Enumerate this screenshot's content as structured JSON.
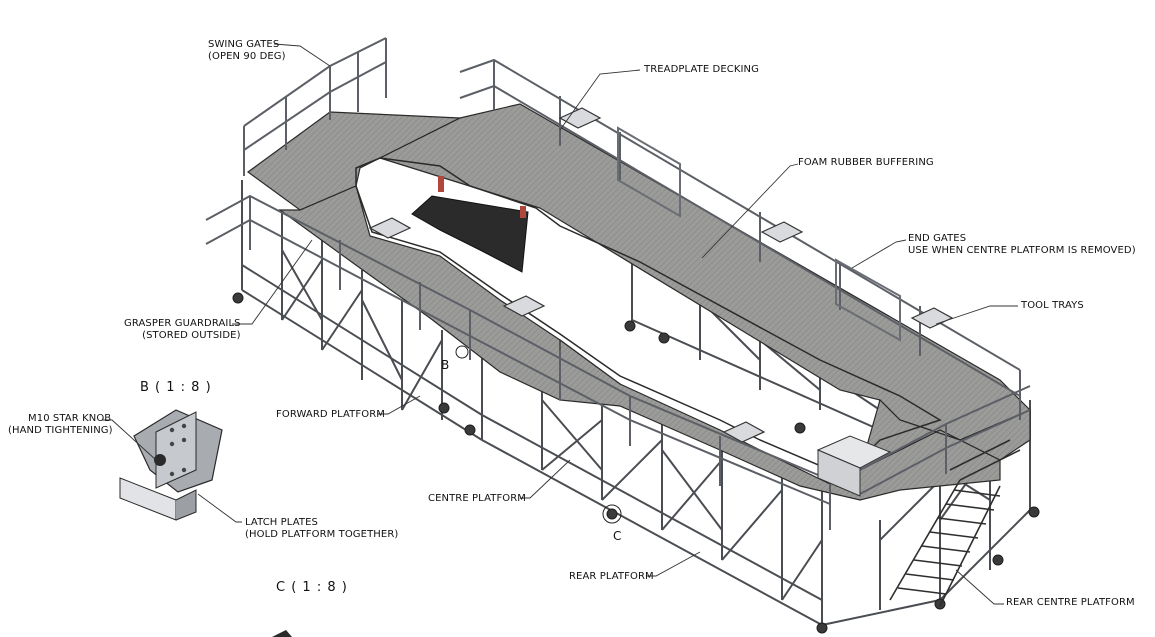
{
  "callouts": {
    "swing_gates": [
      "SWING GATES",
      "(OPEN 90 DEG)"
    ],
    "treadplate_decking": [
      "TREADPLATE DECKING"
    ],
    "foam_rubber_buffering": [
      "FOAM RUBBER BUFFERING"
    ],
    "end_gates": [
      "END GATES",
      "USE WHEN CENTRE PLATFORM IS REMOVED)"
    ],
    "tool_trays": [
      "TOOL TRAYS"
    ],
    "grasper_guardrails": [
      "GRASPER GUARDRAILS",
      "(STORED OUTSIDE)"
    ],
    "forward_platform": [
      "FORWARD PLATFORM"
    ],
    "m10_star_knob": [
      "M10 STAR KNOB",
      "(HAND TIGHTENING)"
    ],
    "latch_plates": [
      "LATCH PLATES",
      "(HOLD PLATFORM TOGETHER)"
    ],
    "centre_platform": [
      "CENTRE PLATFORM"
    ],
    "rear_platform": [
      "REAR PLATFORM"
    ],
    "rear_centre_platform": [
      "REAR CENTRE PLATFORM"
    ]
  },
  "detail_views": {
    "b": "B ( 1 : 8 )",
    "c": "C ( 1 : 8 )"
  },
  "detail_markers": {
    "b": "B",
    "c": "C"
  },
  "colors": {
    "deck": "#9a9a98",
    "deck_dark": "#7d7d7b",
    "steel": "#8c8f93",
    "steel_light": "#c9ccd0",
    "outline": "#2a2a2a",
    "buffer": "#2b2b2b",
    "accent_red": "#b0463c"
  }
}
